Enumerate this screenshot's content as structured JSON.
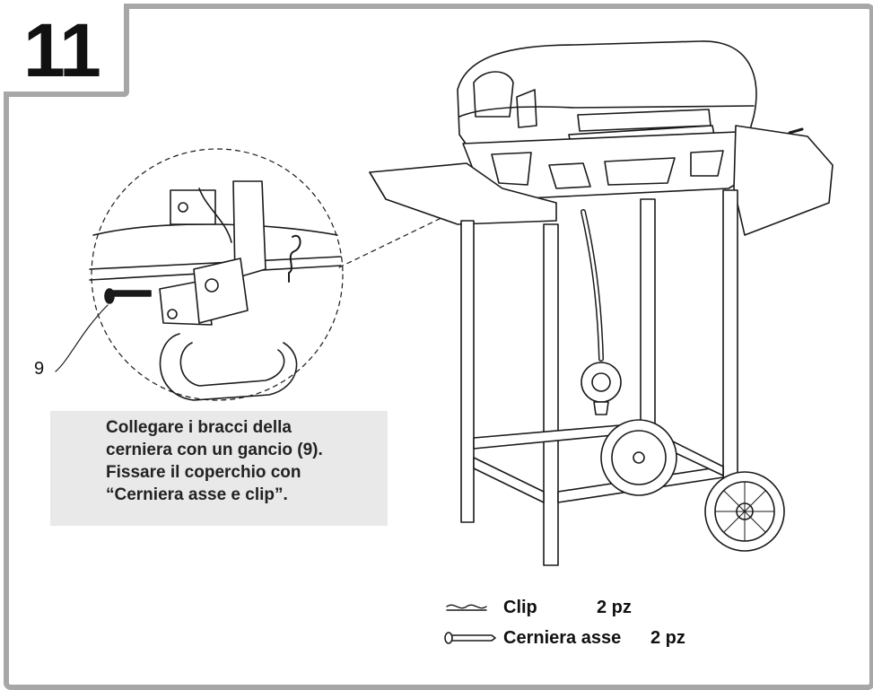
{
  "step": {
    "number": "11"
  },
  "callout": {
    "label": "9"
  },
  "instruction": {
    "lines": [
      "Collegare i bracci della",
      "cerniera con un gancio (9).",
      "Fissare il coperchio con",
      "“Cerniera asse e clip”."
    ]
  },
  "parts": [
    {
      "name": "Clip",
      "qty": "2 pz",
      "icon": "clip-icon"
    },
    {
      "name": "Cerniera asse",
      "qty": "2 pz",
      "icon": "hinge-pin-icon"
    }
  ],
  "colors": {
    "frame": "#a7a7a7",
    "note_bg": "#e9e9e9",
    "line": "#1a1a1a"
  }
}
